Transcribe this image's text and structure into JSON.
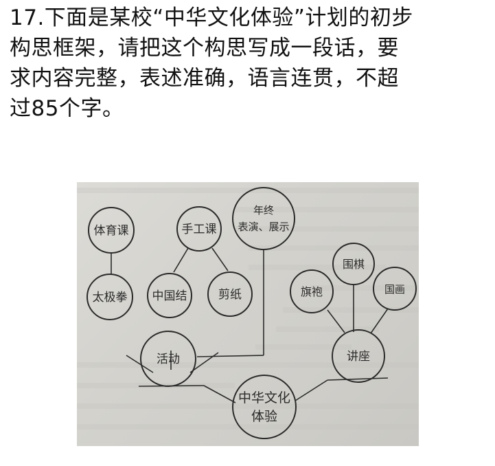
{
  "question": {
    "lines": [
      "17.下面是某校“中华文化体验”计划的初步",
      "构思框架，请把这个构思写成一段话，要",
      "求内容完整，表述准确，语言连贯，不超",
      "过85个字。"
    ],
    "number": "17",
    "char_limit": 85
  },
  "diagram": {
    "root": "中华文化体验",
    "root_lines": [
      "中华文化",
      "体验"
    ],
    "nodes": {
      "tiyuke": "体育课",
      "shougongke": "手工课",
      "nianzhong_line1": "年终",
      "nianzhong_line2": "表演、展示",
      "taijiquan": "太极拳",
      "zhongguojie": "中国结",
      "jianzhi": "剪纸",
      "weiqi": "围棋",
      "qipao": "旗袍",
      "guohua": "国画",
      "huodong": "活动",
      "jiangzuo": "讲座"
    },
    "colors": {
      "line": "#2a2a2a",
      "paper": "#d6d5d0",
      "text": "#2b2b2b"
    }
  }
}
